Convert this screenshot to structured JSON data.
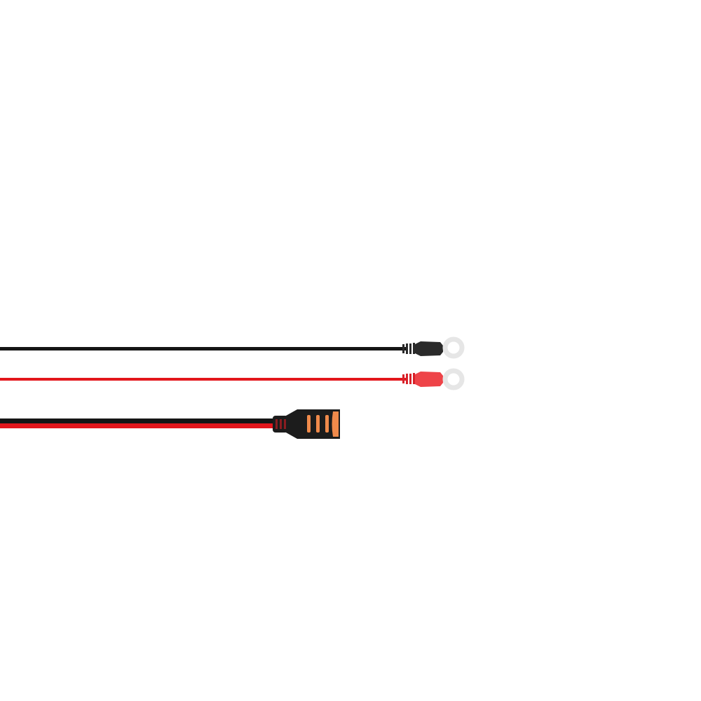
{
  "product": {
    "colors": {
      "background": "#ffffff",
      "black_wire": "#151515",
      "red_wire": "#e3161c",
      "connector_body": "#1c1c1c",
      "connector_accent": "#f08a4b",
      "ring_terminal": "#e6e6e6",
      "red_boot": "#ee4348",
      "black_boot": "#2a2a2a"
    },
    "parts": [
      "black-ring-terminal-lead",
      "red-ring-terminal-lead",
      "connector-plug-cable"
    ]
  }
}
